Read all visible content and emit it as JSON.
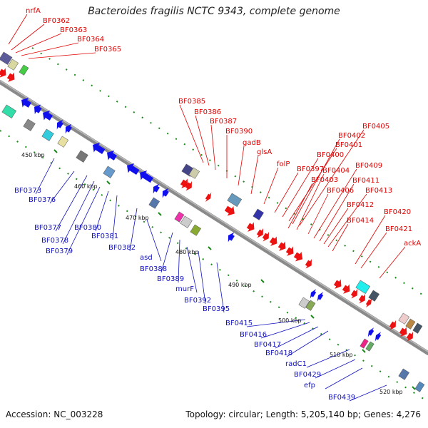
{
  "title": "Bacteroides fragilis NCTC 9343, complete genome",
  "accession": "Accession: NC_003228",
  "topology": "Topology: circular; Length: 5,205,140 bp; Genes: 4,276",
  "colors": {
    "forward_label": "#e00000",
    "reverse_label": "#1010c0",
    "backbone": "#888888",
    "tick": "#1a8a1a"
  },
  "kbp_marks": [
    "450 kbp",
    "460 kbp",
    "470 kbp",
    "480 kbp",
    "490 kbp",
    "500 kbp",
    "510 kbp",
    "520 kbp"
  ],
  "forward_labels": [
    "nrfA",
    "BF0362",
    "BF0363",
    "BF0364",
    "BF0365",
    "BF0385",
    "BF0386",
    "BF0387",
    "BF0390",
    "gadB",
    "glsA",
    "folP",
    "BF0397",
    "BF0400",
    "BF0401",
    "BF0402",
    "BF0403",
    "BF0404",
    "BF0405",
    "BF0406",
    "BF0409",
    "BF0411",
    "BF0412",
    "BF0413",
    "BF0414",
    "BF0420",
    "BF0421",
    "ackA"
  ],
  "reverse_labels": [
    "BF0373",
    "BF0376",
    "BF0377",
    "BF0378",
    "BF0379",
    "BF0380",
    "BF0381",
    "BF0382",
    "asd",
    "BF0388",
    "BF0389",
    "murF",
    "BF0392",
    "BF0395",
    "BF0415",
    "BF0416",
    "BF0417",
    "BF0418",
    "radC1",
    "BF0429",
    "efp",
    "BF0439"
  ]
}
